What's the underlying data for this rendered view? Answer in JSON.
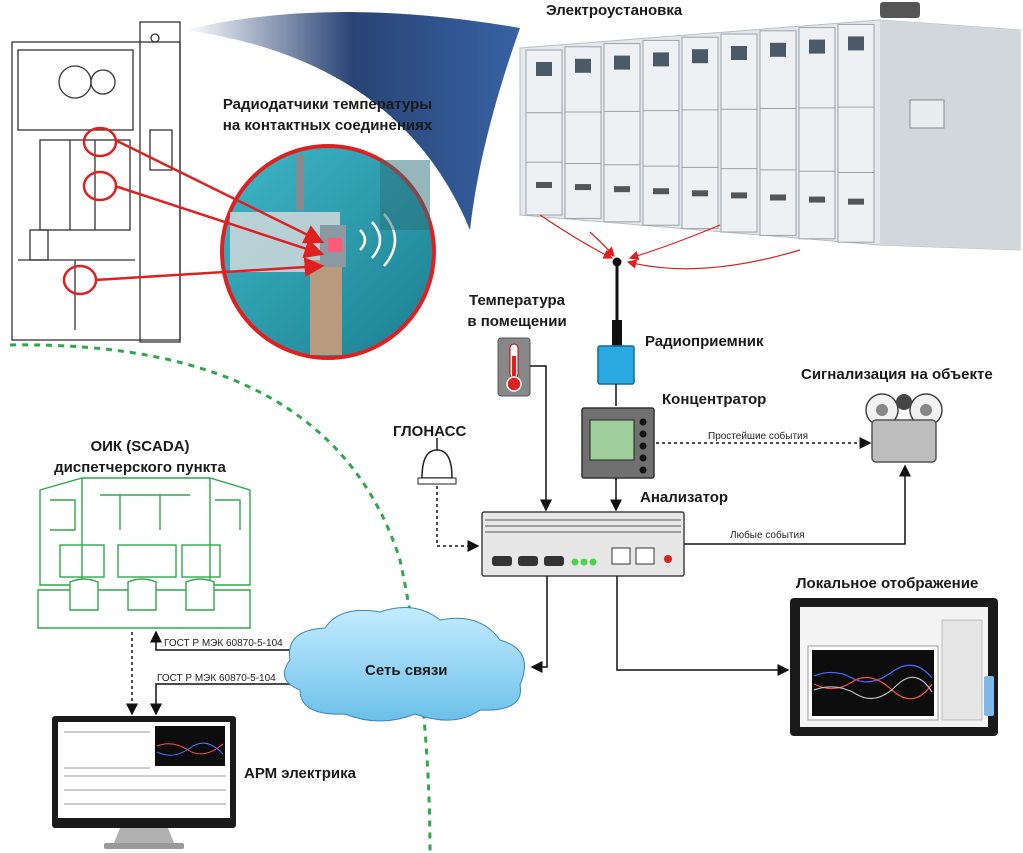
{
  "labels": {
    "installation": "Электроустановка",
    "sensors_line1": "Радиодатчики температуры",
    "sensors_line2": "на контактных соединениях",
    "room_temp_line1": "Температура",
    "room_temp_line2": "в помещении",
    "radio_receiver": "Радиоприемник",
    "concentrator": "Концентратор",
    "site_alarm": "Сигнализация на объекте",
    "glonass": "ГЛОНАСС",
    "scada_line1": "ОИК (SCADA)",
    "scada_line2": "диспетчерского пункта",
    "analyzer": "Анализатор",
    "local_display": "Локальное отображение",
    "network": "Сеть связи",
    "workstation": "АРМ электрика"
  },
  "links": {
    "simple_events": "Простейшие события",
    "any_events": "Любые события",
    "protocol_upper": "ГОСТ Р МЭК 60870-5-104",
    "protocol_lower": "ГОСТ Р МЭК 60870-5-104"
  },
  "colors": {
    "red": "#e02020",
    "receiver_blue": "#29a9e0",
    "scada_green": "#2ea84a",
    "network_blue": "#8fd0f0",
    "switchgear_panel": "#e4e8ec",
    "dark_blue": "#1e3a6e"
  },
  "icons": [
    "thermometer-icon",
    "glonass-antenna-icon",
    "siren-icon",
    "radio-antenna-icon"
  ]
}
